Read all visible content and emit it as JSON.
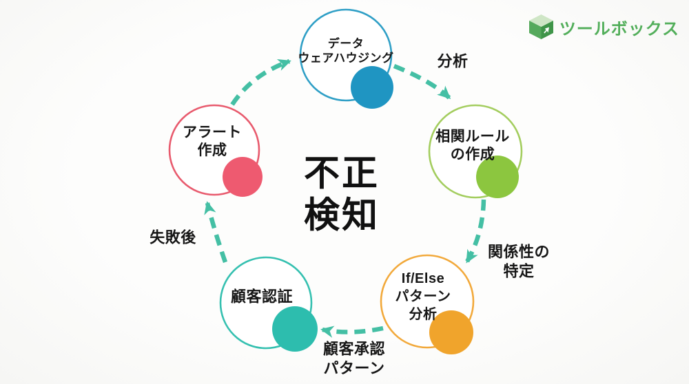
{
  "page": {
    "background": "#fdfdfc"
  },
  "logo": {
    "label": "ツールボックス",
    "color": "#52ae5a",
    "icon": "toolbox-cube-icon",
    "icon_colors": {
      "top": "#cfe6c6",
      "left": "#55a95c",
      "right": "#3f9549",
      "mark": "#ffffff"
    }
  },
  "center": {
    "title": "不正\n検知"
  },
  "cycle": {
    "arrow_color": "#44bfa4",
    "nodes": [
      {
        "id": "data-warehousing",
        "label": "データ\nウェアハウジング",
        "stroke": "#2f9fc6",
        "dot": "#1f95c2"
      },
      {
        "id": "correlation-rules",
        "label": "相関ルール\nの作成",
        "stroke": "#a3cd5e",
        "dot": "#8cc63f"
      },
      {
        "id": "ifelse-pattern",
        "label": "If/Else\nパターン\n分析",
        "stroke": "#f2a93b",
        "dot": "#f0a42c"
      },
      {
        "id": "customer-auth",
        "label": "顧客認証",
        "stroke": "#35c0b0",
        "dot": "#2dbdae"
      },
      {
        "id": "alert-creation",
        "label": "アラート\n作成",
        "stroke": "#e85a6d",
        "dot": "#ee5a70"
      }
    ],
    "edge_labels": [
      {
        "id": "analysis",
        "label": "分析"
      },
      {
        "id": "identify-relationships",
        "label": "関係性の\n特定"
      },
      {
        "id": "customer-approval-pattern",
        "label": "顧客承認\nパターン"
      },
      {
        "id": "after-failure",
        "label": "失敗後"
      }
    ]
  }
}
